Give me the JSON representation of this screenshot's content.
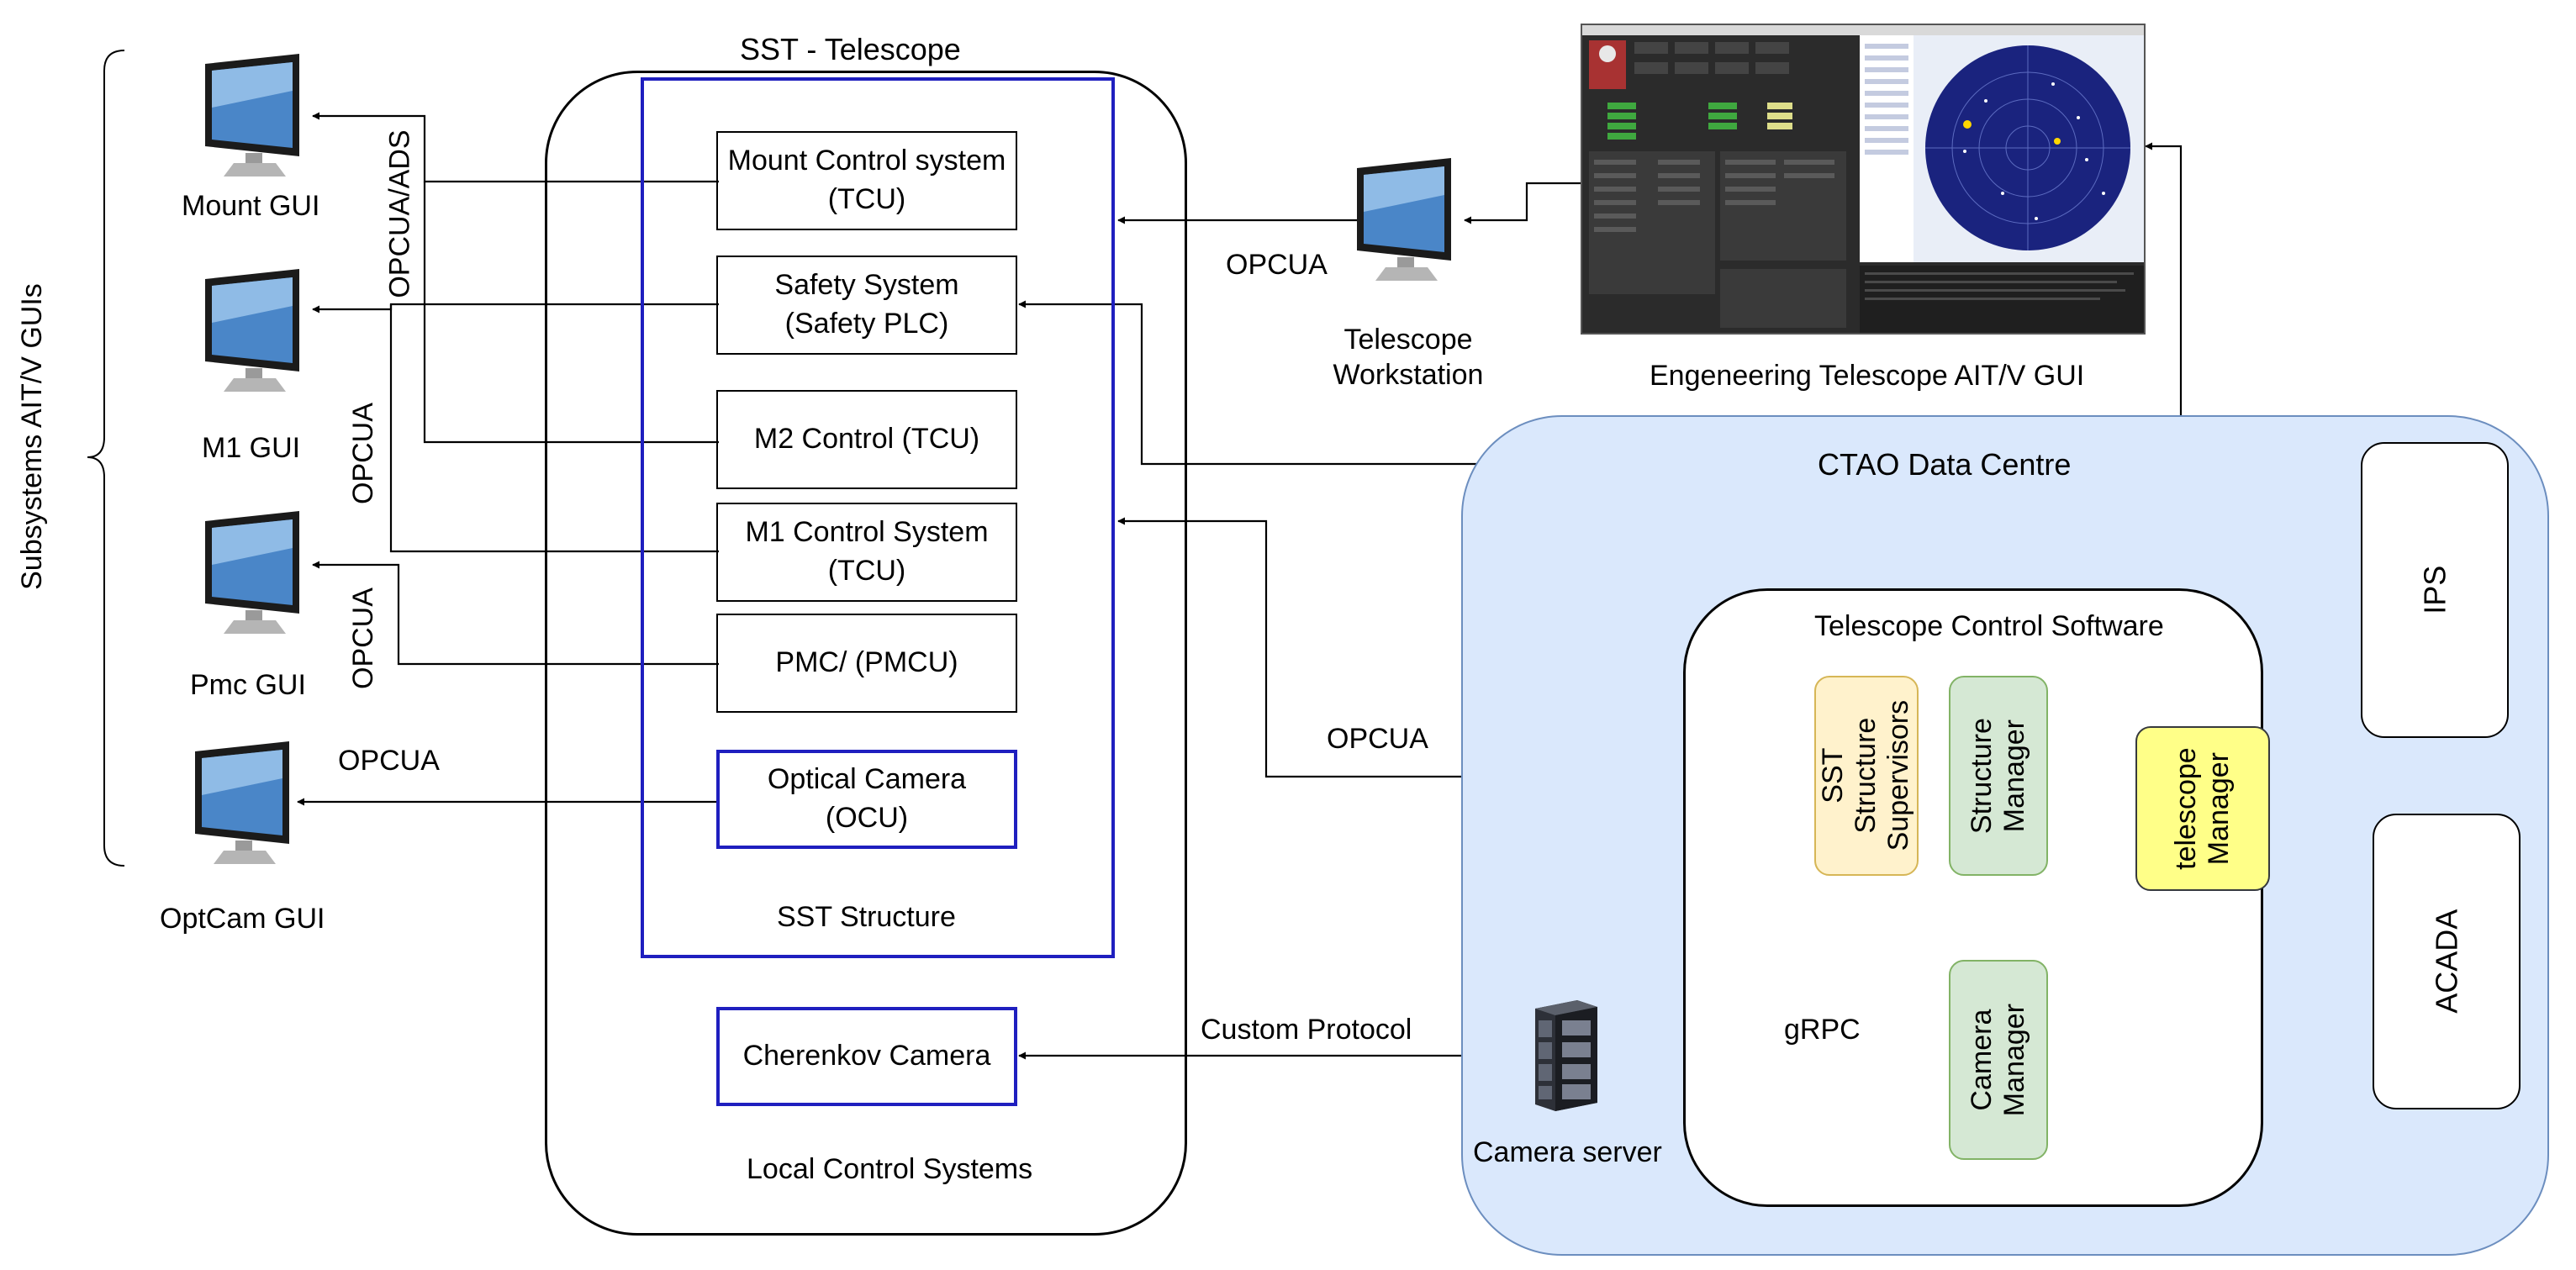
{
  "diagram": {
    "subsystems_label": "Subsystems AIT/V GUIs",
    "guis": {
      "mount": "Mount GUI",
      "m1": "M1 GUI",
      "pmc": "Pmc GUI",
      "optcam": "OptCam GUI"
    },
    "protocols": {
      "opcua_ads": "OPCUA/ADS",
      "opcua_m1": "OPCUA",
      "opcua_pmc": "OPCUA",
      "opcua_optcam": "OPCUA",
      "opcua_workstation": "OPCUA",
      "opcua_supervisors": "OPCUA",
      "custom": "Custom Protocol",
      "grpc": "gRPC"
    },
    "telescope": {
      "title": "SST - Telescope",
      "local_control": "Local Control Systems",
      "structure_label": "SST Structure",
      "mount_line1": "Mount Control system",
      "mount_line2": "(TCU)",
      "safety_line1": "Safety System",
      "safety_line2": "(Safety PLC)",
      "m2": "M2  Control (TCU)",
      "m1_line1": "M1 Control System",
      "m1_line2": "(TCU)",
      "pmc": "PMC/ (PMCU)",
      "optical_line1": "Optical Camera",
      "optical_line2": "(OCU)",
      "cherenkov": "Cherenkov Camera"
    },
    "workstation": {
      "line1": "Telescope",
      "line2": "Workstation"
    },
    "engineering_gui_label": "Engeneering Telescope AIT/V  GUI",
    "data_centre": {
      "title": "CTAO Data Centre",
      "tcs_title": "Telescope Control Software",
      "supervisors": "SST Structure Supervisors",
      "structure_manager": "Structure Manager",
      "telescope_manager": "telescope Manager",
      "camera_manager": "Camera Manager",
      "ips": "IPS",
      "acada": "ACADA",
      "camera_server": "Camera server"
    }
  },
  "colors": {
    "blue_border": "#1f1fbf",
    "datacentre_fill": "#dae8fc",
    "datacentre_border": "#6c8ebf",
    "supervisors_fill": "#fff2cc",
    "supervisors_border": "#d6b656",
    "manager_fill": "#d5e8d4",
    "manager_border": "#82b366",
    "telescope_manager_fill": "#ffff88",
    "telescope_manager_border": "#36393d",
    "sky_map": "#1a237e"
  }
}
